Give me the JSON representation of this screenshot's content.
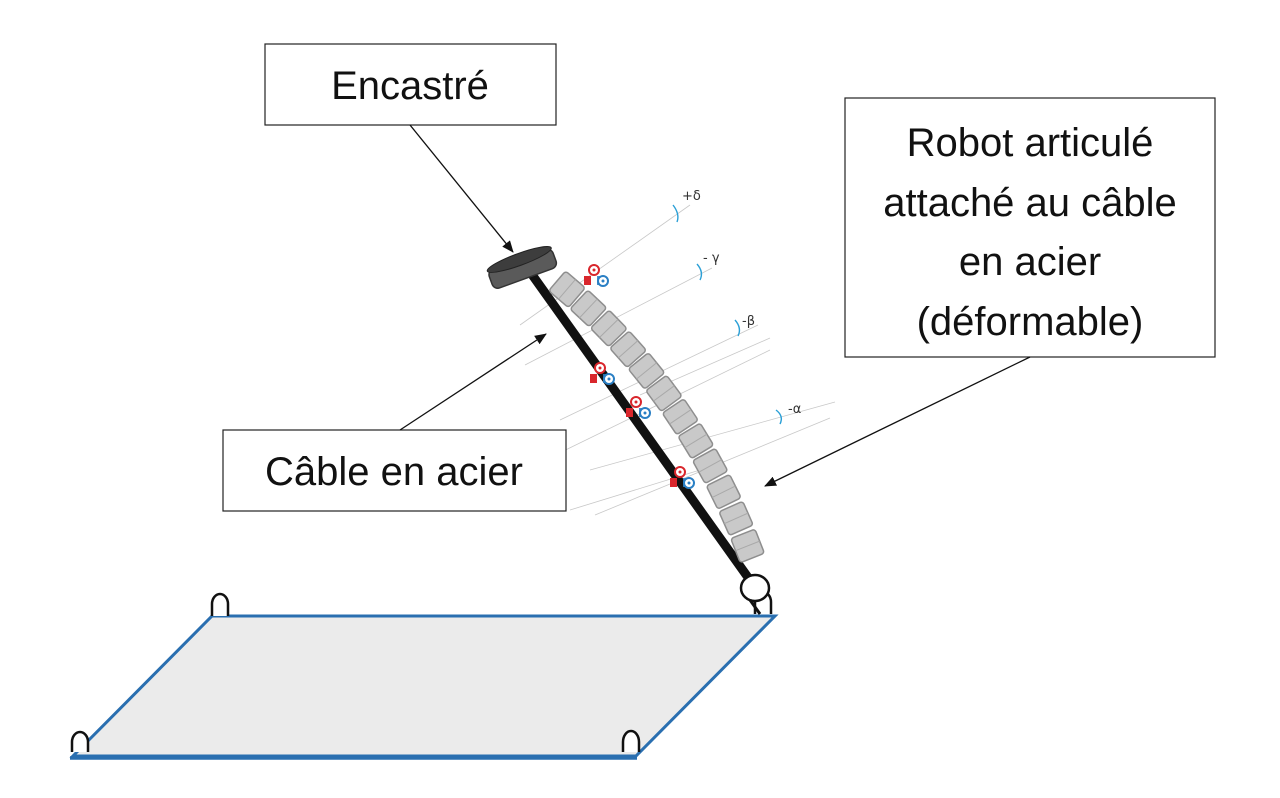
{
  "labels": {
    "fixed": "Encastré",
    "cable": "Câble en acier",
    "robot": [
      "Robot articulé",
      "attaché au câble",
      "en acier",
      "(déformable)"
    ]
  },
  "angles": [
    {
      "name": "delta",
      "text": "+δ"
    },
    {
      "name": "gamma",
      "text": "- γ"
    },
    {
      "name": "beta",
      "text": "-β"
    },
    {
      "name": "alpha",
      "text": "-α"
    }
  ],
  "colors": {
    "cable": "#111111",
    "plate_fill": "#ebebeb",
    "plate_edge": "#2a6fb0",
    "module_fill": "#c9c9c9",
    "actuator_red": "#d9262c",
    "actuator_blue": "#2a7fc4",
    "angle_arc": "#2a9fd6",
    "mount": "#5a5a5a"
  }
}
